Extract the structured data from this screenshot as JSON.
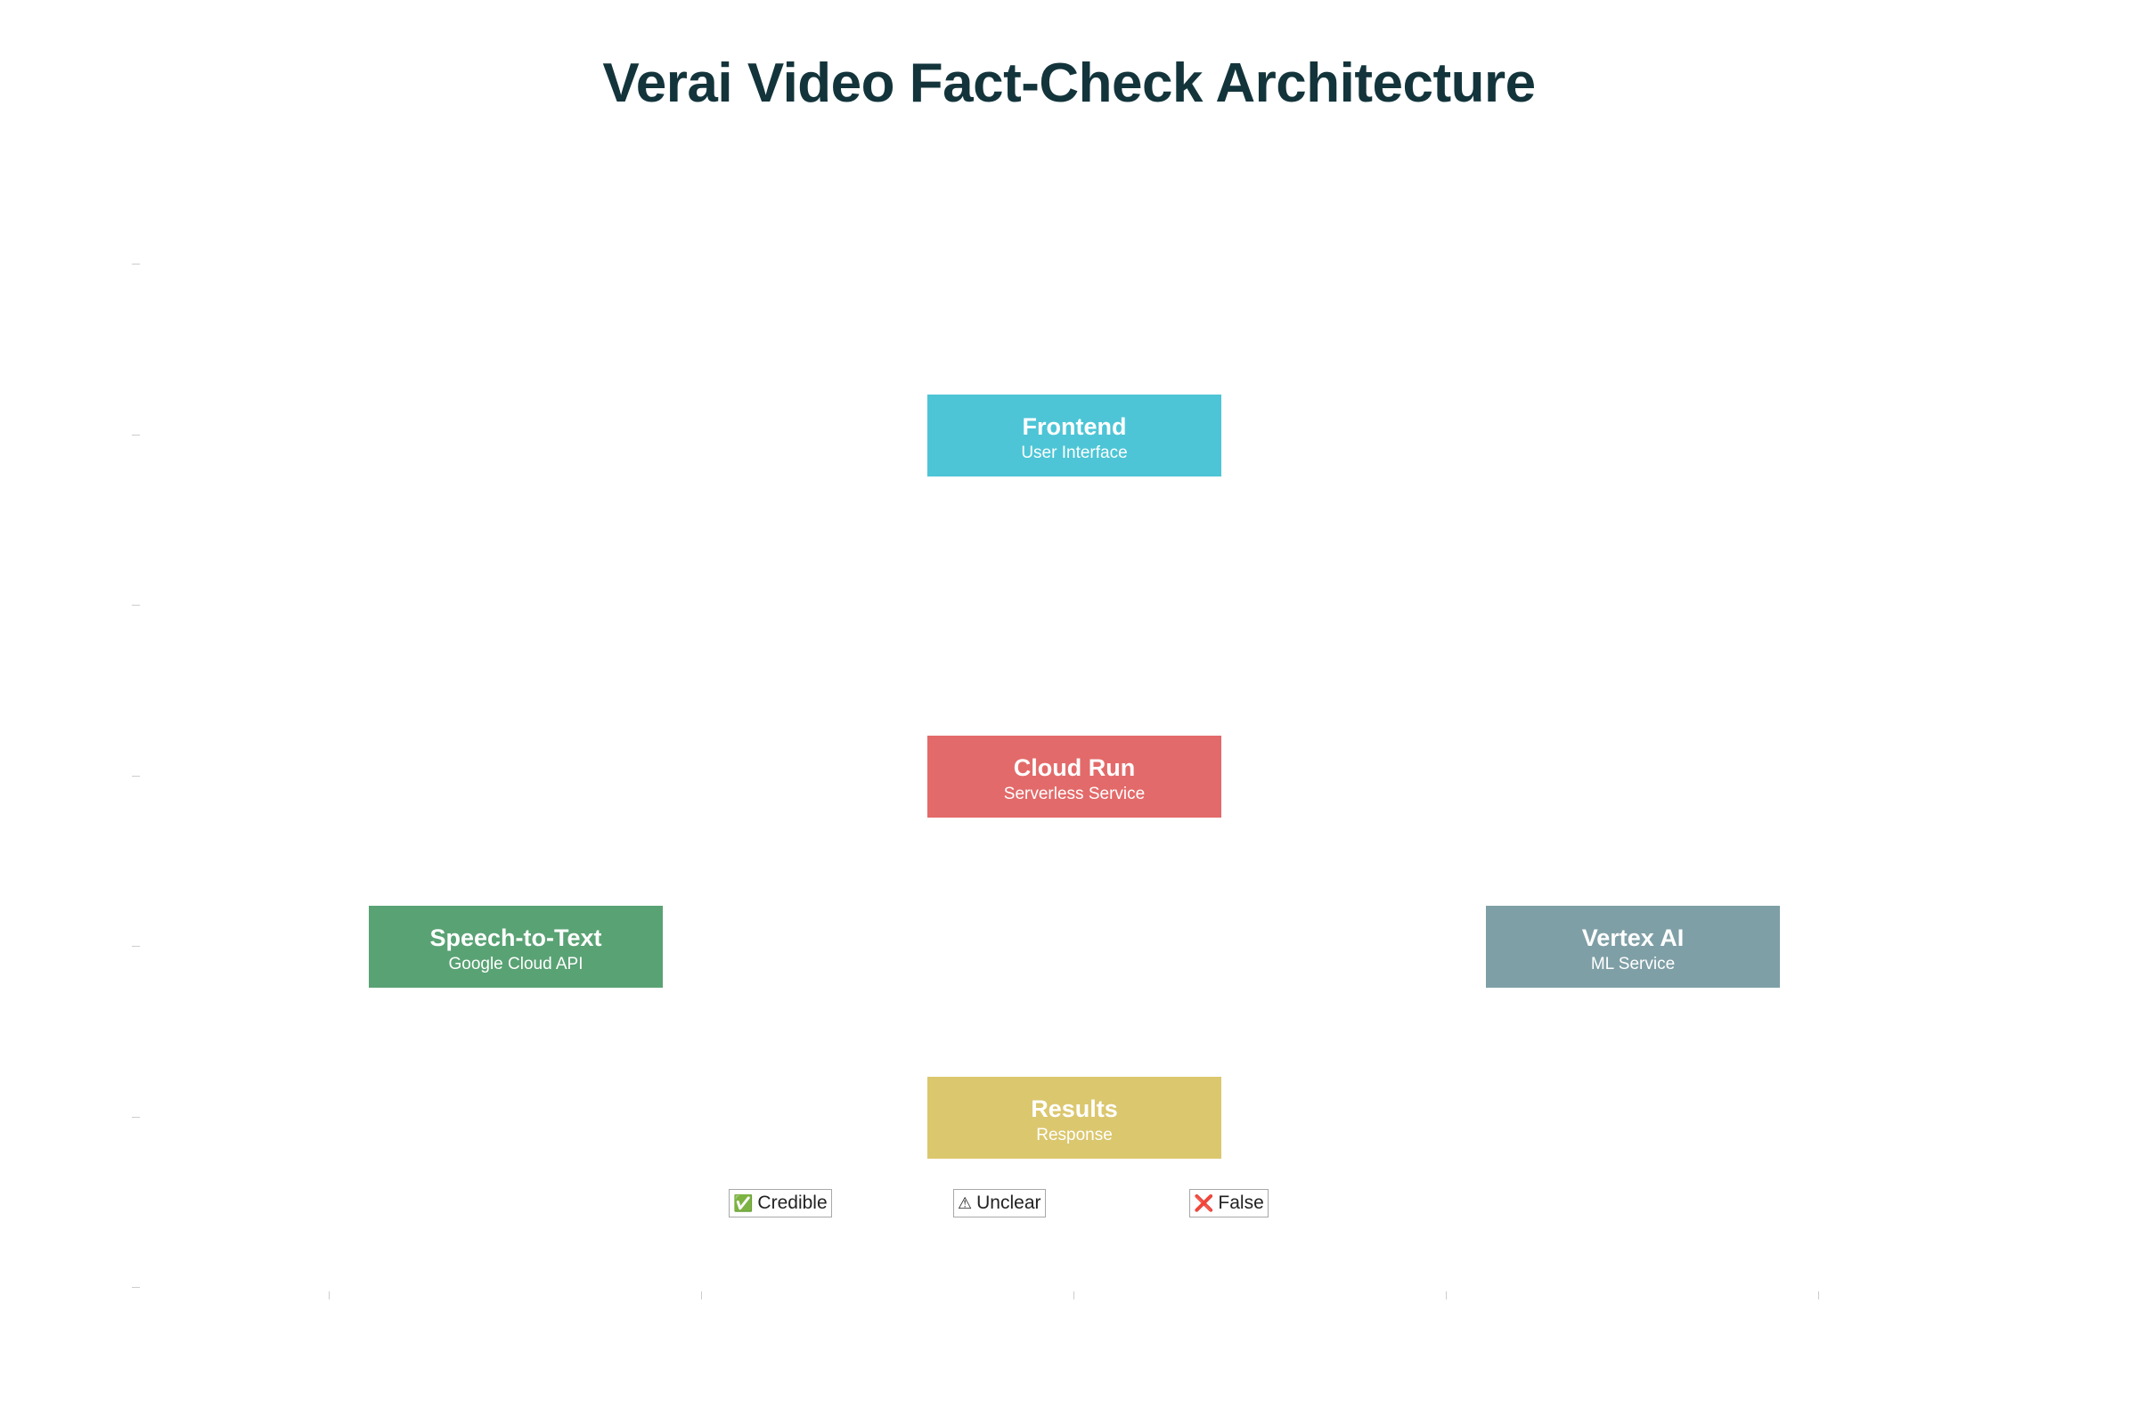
{
  "title": "Verai Video Fact-Check Architecture",
  "nodes": {
    "frontend": {
      "name": "Frontend",
      "sub": "User Interface",
      "color": "#4dc5d6"
    },
    "cloud_run": {
      "name": "Cloud Run",
      "sub": "Serverless Service",
      "color": "#e36a6a"
    },
    "speech": {
      "name": "Speech-to-Text",
      "sub": "Google Cloud API",
      "color": "#59a274"
    },
    "vertex": {
      "name": "Vertex AI",
      "sub": "ML Service",
      "color": "#7f9fa6"
    },
    "results": {
      "name": "Results",
      "sub": "Response",
      "color": "#dbc76e"
    }
  },
  "badges": {
    "credible": {
      "icon": "✅",
      "label": "Credible",
      "icon_name": "check-icon"
    },
    "unclear": {
      "icon": "⚠",
      "label": "Unclear",
      "icon_name": "warning-icon"
    },
    "false": {
      "icon": "❌",
      "label": "False",
      "icon_name": "cross-icon"
    }
  }
}
